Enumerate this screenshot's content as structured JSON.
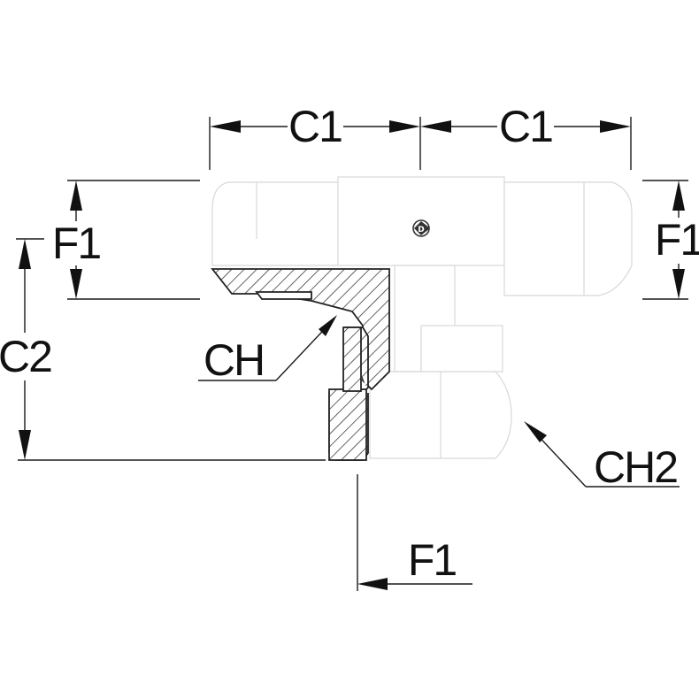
{
  "labels": {
    "c1_left": "C1",
    "c1_right": "C1",
    "f1_left": "F1",
    "f1_right": "F1",
    "f1_bottom": "F1",
    "c2": "C2",
    "ch": "CH",
    "ch2": "CH2"
  },
  "colors": {
    "line": "#111111",
    "part_fill": "#ffffff",
    "part_edge": "#d8d8d8",
    "section_stroke": "#222222"
  },
  "icons": {
    "logo": "dunlop-logo-icon"
  }
}
